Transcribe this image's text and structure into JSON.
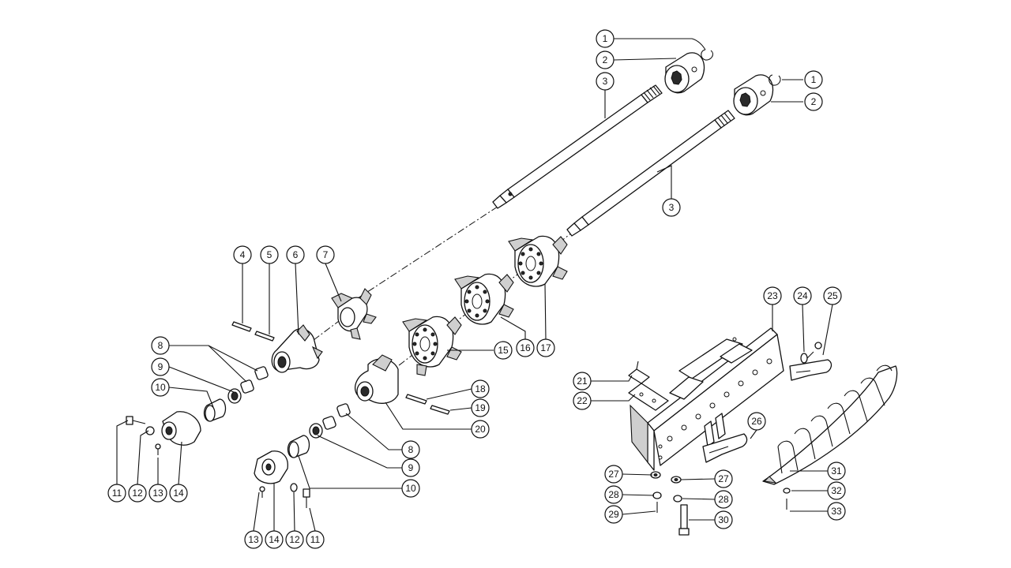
{
  "diagram": {
    "callouts": [
      {
        "id": "c1a",
        "label": "1"
      },
      {
        "id": "c2a",
        "label": "2"
      },
      {
        "id": "c3a",
        "label": "3"
      },
      {
        "id": "c1b",
        "label": "1"
      },
      {
        "id": "c2b",
        "label": "2"
      },
      {
        "id": "c3b",
        "label": "3"
      },
      {
        "id": "c4",
        "label": "4"
      },
      {
        "id": "c5",
        "label": "5"
      },
      {
        "id": "c6",
        "label": "6"
      },
      {
        "id": "c7",
        "label": "7"
      },
      {
        "id": "c8a",
        "label": "8"
      },
      {
        "id": "c9a",
        "label": "9"
      },
      {
        "id": "c10a",
        "label": "10"
      },
      {
        "id": "c11a",
        "label": "11"
      },
      {
        "id": "c12a",
        "label": "12"
      },
      {
        "id": "c13a",
        "label": "13"
      },
      {
        "id": "c14a",
        "label": "14"
      },
      {
        "id": "c15",
        "label": "15"
      },
      {
        "id": "c16",
        "label": "16"
      },
      {
        "id": "c17",
        "label": "17"
      },
      {
        "id": "c18",
        "label": "18"
      },
      {
        "id": "c19",
        "label": "19"
      },
      {
        "id": "c20",
        "label": "20"
      },
      {
        "id": "c8b",
        "label": "8"
      },
      {
        "id": "c9b",
        "label": "9"
      },
      {
        "id": "c10b",
        "label": "10"
      },
      {
        "id": "c13b",
        "label": "13"
      },
      {
        "id": "c14b",
        "label": "14"
      },
      {
        "id": "c12b",
        "label": "12"
      },
      {
        "id": "c11b",
        "label": "11"
      },
      {
        "id": "c21",
        "label": "21"
      },
      {
        "id": "c22",
        "label": "22"
      },
      {
        "id": "c23",
        "label": "23"
      },
      {
        "id": "c24",
        "label": "24"
      },
      {
        "id": "c25",
        "label": "25"
      },
      {
        "id": "c26",
        "label": "26"
      },
      {
        "id": "c27a",
        "label": "27"
      },
      {
        "id": "c27b",
        "label": "27"
      },
      {
        "id": "c28a",
        "label": "28"
      },
      {
        "id": "c28b",
        "label": "28"
      },
      {
        "id": "c29",
        "label": "29"
      },
      {
        "id": "c30",
        "label": "30"
      },
      {
        "id": "c31",
        "label": "31"
      },
      {
        "id": "c32",
        "label": "32"
      },
      {
        "id": "c33",
        "label": "33"
      }
    ]
  }
}
